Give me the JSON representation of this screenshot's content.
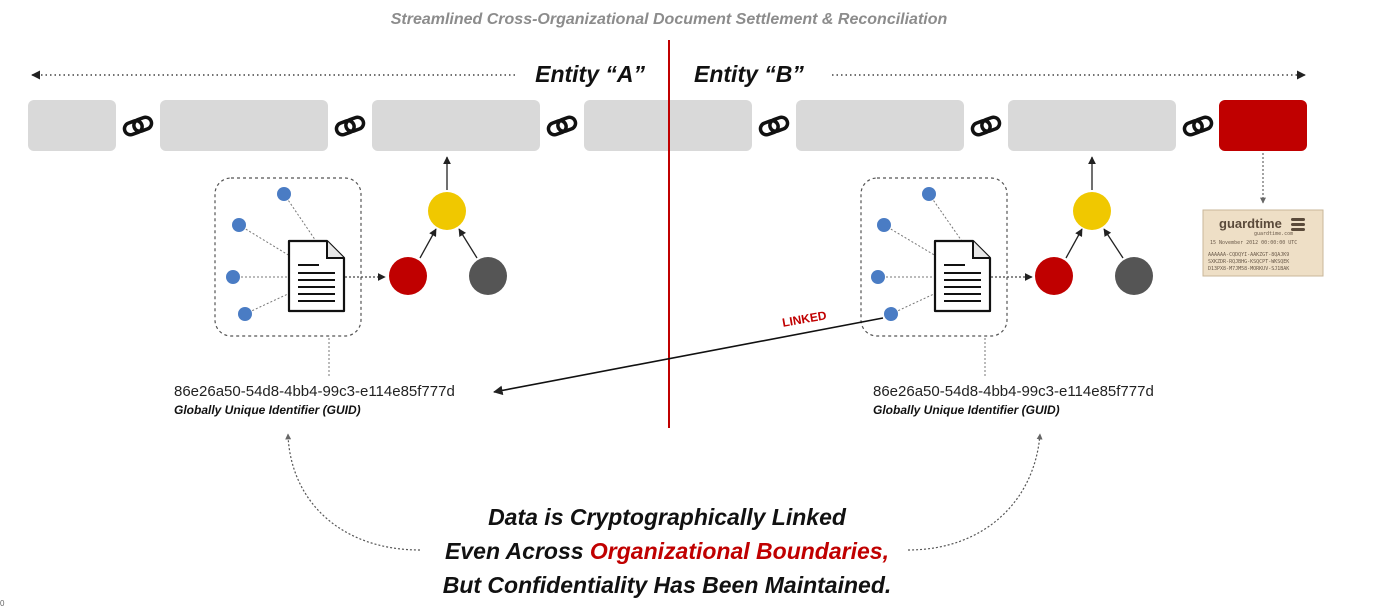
{
  "title": "Streamlined Cross-Organizational Document Settlement & Reconciliation",
  "entity_a": "Entity “A”",
  "entity_b": "Entity “B”",
  "guid_a": "86e26a50-54d8-4bb4-99c3-e114e85f777d",
  "guid_b": "86e26a50-54d8-4bb4-99c3-e114e85f777d",
  "guid_label_a": "Globally Unique Identifier (GUID)",
  "guid_label_b": "Globally Unique Identifier (GUID)",
  "linked_label": "LINKED",
  "stamp": {
    "brand": "guardtime",
    "site": "guardtime.com",
    "date": "15 November 2012 00:00:00 UTC",
    "code_lines": [
      "AAAAAA-CQDQYI-AAKZGT-8QAJK9",
      "SXKZDR-RQJBHG-KSQCPT-WKSQEK",
      "D13PX8-M7JM58-MORKUV-SJ1BAK"
    ]
  },
  "message": {
    "line1": "Data is Cryptographically Linked",
    "line2_prefix": "Even Across ",
    "line2_highlight": "Organizational Boundaries,",
    "line3": "But Confidentiality Has Been Maintained."
  },
  "corner_mark": "0",
  "colors": {
    "block": "#d9d9d9",
    "final_block": "#c00000",
    "divider": "#c00000",
    "node_blue": "#4a7cc4",
    "node_yellow": "#f0c800",
    "node_red": "#c00000",
    "node_gray": "#555555",
    "highlight": "#c00000"
  }
}
